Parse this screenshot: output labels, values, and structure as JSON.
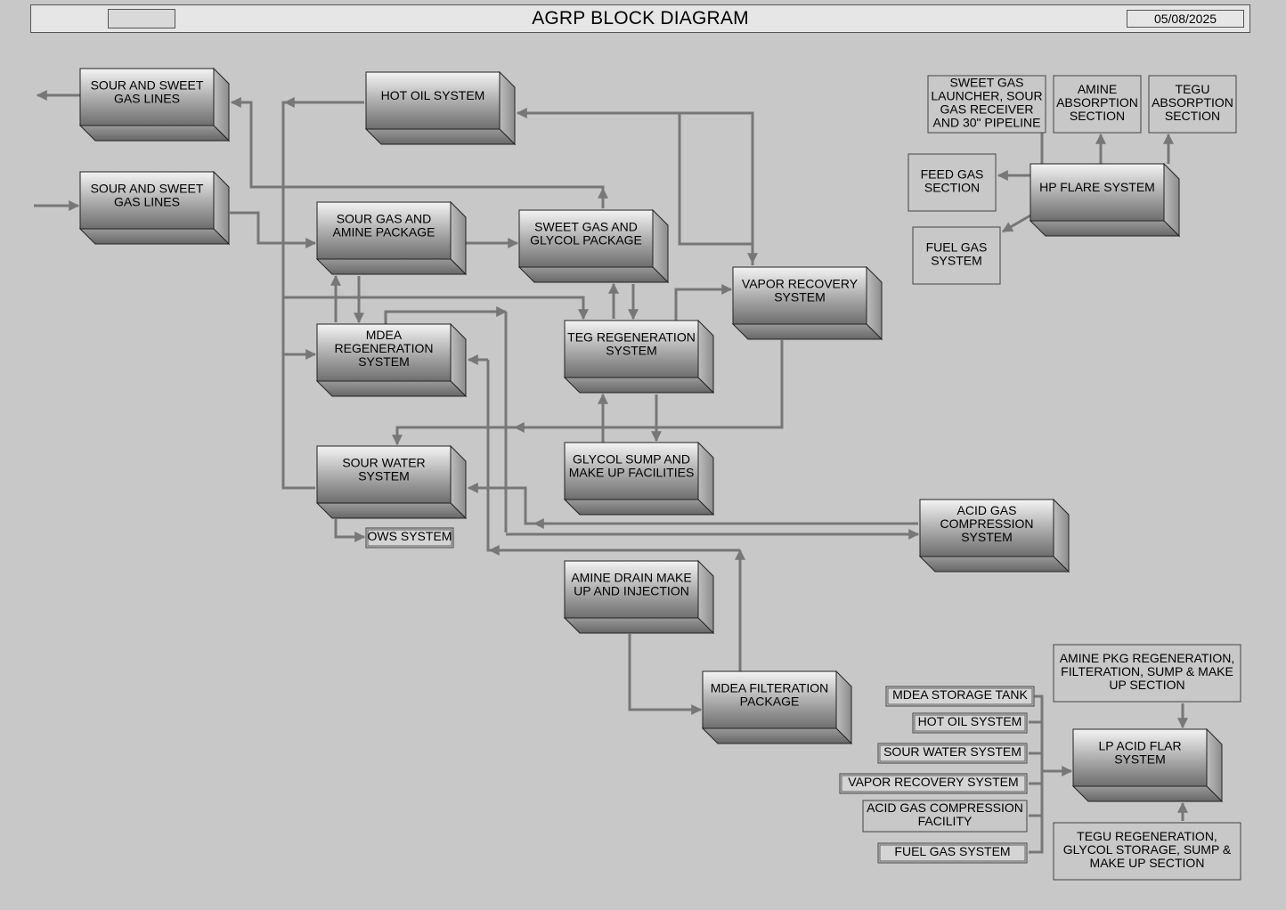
{
  "header": {
    "title": "AGRP BLOCK DIAGRAM",
    "date": "05/08/2025"
  },
  "blocks": {
    "sour_sweet_lines_1": [
      "SOUR AND SWEET",
      "GAS LINES"
    ],
    "sour_sweet_lines_2": [
      "SOUR AND SWEET",
      "GAS LINES"
    ],
    "hot_oil_system": [
      "HOT OIL SYSTEM"
    ],
    "sour_gas_amine_package": [
      "SOUR GAS AND",
      "AMINE PACKAGE"
    ],
    "sweet_gas_glycol_package": [
      "SWEET GAS AND",
      "GLYCOL PACKAGE"
    ],
    "vapor_recovery_system": [
      "VAPOR RECOVERY",
      "SYSTEM"
    ],
    "mdea_regeneration_system": [
      "MDEA",
      "REGENERATION",
      "SYSTEM"
    ],
    "teg_regeneration_system": [
      "TEG REGENERATION",
      "SYSTEM"
    ],
    "sour_water_system": [
      "SOUR WATER",
      "SYSTEM"
    ],
    "glycol_sump_makeup": [
      "GLYCOL SUMP AND",
      "MAKE UP FACILITIES"
    ],
    "acid_gas_compression_system": [
      "ACID GAS",
      "COMPRESSION",
      "SYSTEM"
    ],
    "amine_drain_makeup": [
      "AMINE DRAIN MAKE",
      "UP AND INJECTION"
    ],
    "mdea_filteration_package": [
      "MDEA FILTERATION",
      "PACKAGE"
    ],
    "hp_flare_system": [
      "HP FLARE SYSTEM"
    ],
    "lp_acid_flare_system": [
      "LP ACID FLAR",
      "SYSTEM"
    ]
  },
  "boxes": {
    "sweet_gas_launcher": [
      "SWEET GAS",
      "LAUNCHER, SOUR",
      "GAS RECEIVER",
      "AND 30\" PIPELINE"
    ],
    "amine_absorption": [
      "AMINE",
      "ABSORPTION",
      "SECTION"
    ],
    "tegu_absorption": [
      "TEGU",
      "ABSORPTION",
      "SECTION"
    ],
    "feed_gas_section": [
      "FEED GAS",
      "SECTION"
    ],
    "fuel_gas_system_top": [
      "FUEL GAS",
      "SYSTEM"
    ],
    "ows_system": [
      "OWS SYSTEM"
    ],
    "amine_pkg_regeneration": [
      "AMINE PKG REGENERATION,",
      "FILTERATION, SUMP & MAKE",
      "UP SECTION"
    ],
    "tegu_regeneration": [
      "TEGU REGENERATION,",
      "GLYCOL STORAGE, SUMP &",
      "MAKE UP SECTION"
    ],
    "mdea_storage_tank": [
      "MDEA STORAGE TANK"
    ],
    "hot_oil_system_small": [
      "HOT OIL SYSTEM"
    ],
    "sour_water_system_small": [
      "SOUR WATER SYSTEM"
    ],
    "vapor_recovery_system_small": [
      "VAPOR RECOVERY SYSTEM"
    ],
    "acid_gas_compression_facility": [
      "ACID GAS COMPRESSION",
      "FACILITY"
    ],
    "fuel_gas_system_small": [
      "FUEL GAS SYSTEM"
    ]
  }
}
